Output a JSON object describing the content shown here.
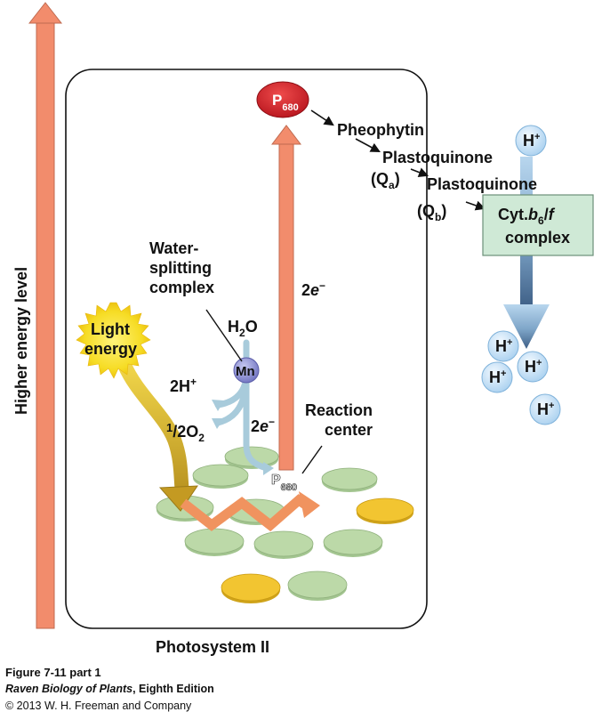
{
  "diagram": {
    "axis_label": "Higher energy level",
    "photosystem_label": "Photosystem II",
    "p680_top": {
      "main": "P",
      "sub": "680"
    },
    "p680_reaction": {
      "main": "P",
      "sub": "680"
    },
    "pheophytin": "Pheophytin",
    "plastoquinone_a": "Plastoquinone",
    "qa": {
      "main": "(Q",
      "sub": "a",
      "end": ")"
    },
    "plastoquinone_b": "Plastoquinone",
    "qb": {
      "main": "(Q",
      "sub": "b",
      "end": ")"
    },
    "cyt_complex": {
      "line1_pre": "Cyt.",
      "b": "b",
      "b_sub": "6",
      "slash": "/",
      "f": "f",
      "line2": "complex"
    },
    "hydrogen_ion": {
      "main": "H",
      "sup": "+"
    },
    "electrons_vertical": {
      "main": "2",
      "e": "e",
      "sup": "−"
    },
    "electrons_split": {
      "main": "2",
      "e": "e",
      "sup": "−"
    },
    "water_splitting": [
      "Water-",
      "splitting",
      "complex"
    ],
    "water": {
      "main": "H",
      "sub": "2",
      "end": "O"
    },
    "mn": "Mn",
    "protons": {
      "main": "2H",
      "sup": "+"
    },
    "oxygen": {
      "pre": "1",
      "slash": "/",
      "num": "2",
      "main": "O",
      "sub": "2"
    },
    "reaction_center": [
      "Reaction",
      "center"
    ],
    "light_energy": [
      "Light",
      "energy"
    ]
  },
  "caption": {
    "figure": "Figure 7-11 part 1",
    "book_title": "Raven Biology of Plants",
    "edition": ", Eighth Edition",
    "copyright": "© 2013 W. H. Freeman and Company"
  },
  "colors": {
    "energy_arrow": "#f28c6c",
    "p680_red": "#d8262e",
    "disk_green": "#bcd9a8",
    "disk_yellow": "#f2c531",
    "cyt_box": "#cfe9d6",
    "hplus_blue": "#cfe6f7",
    "mn_purple": "#8c8ed2",
    "light_yellow": "#f7e03a",
    "water_path": "#a8cbdb"
  }
}
